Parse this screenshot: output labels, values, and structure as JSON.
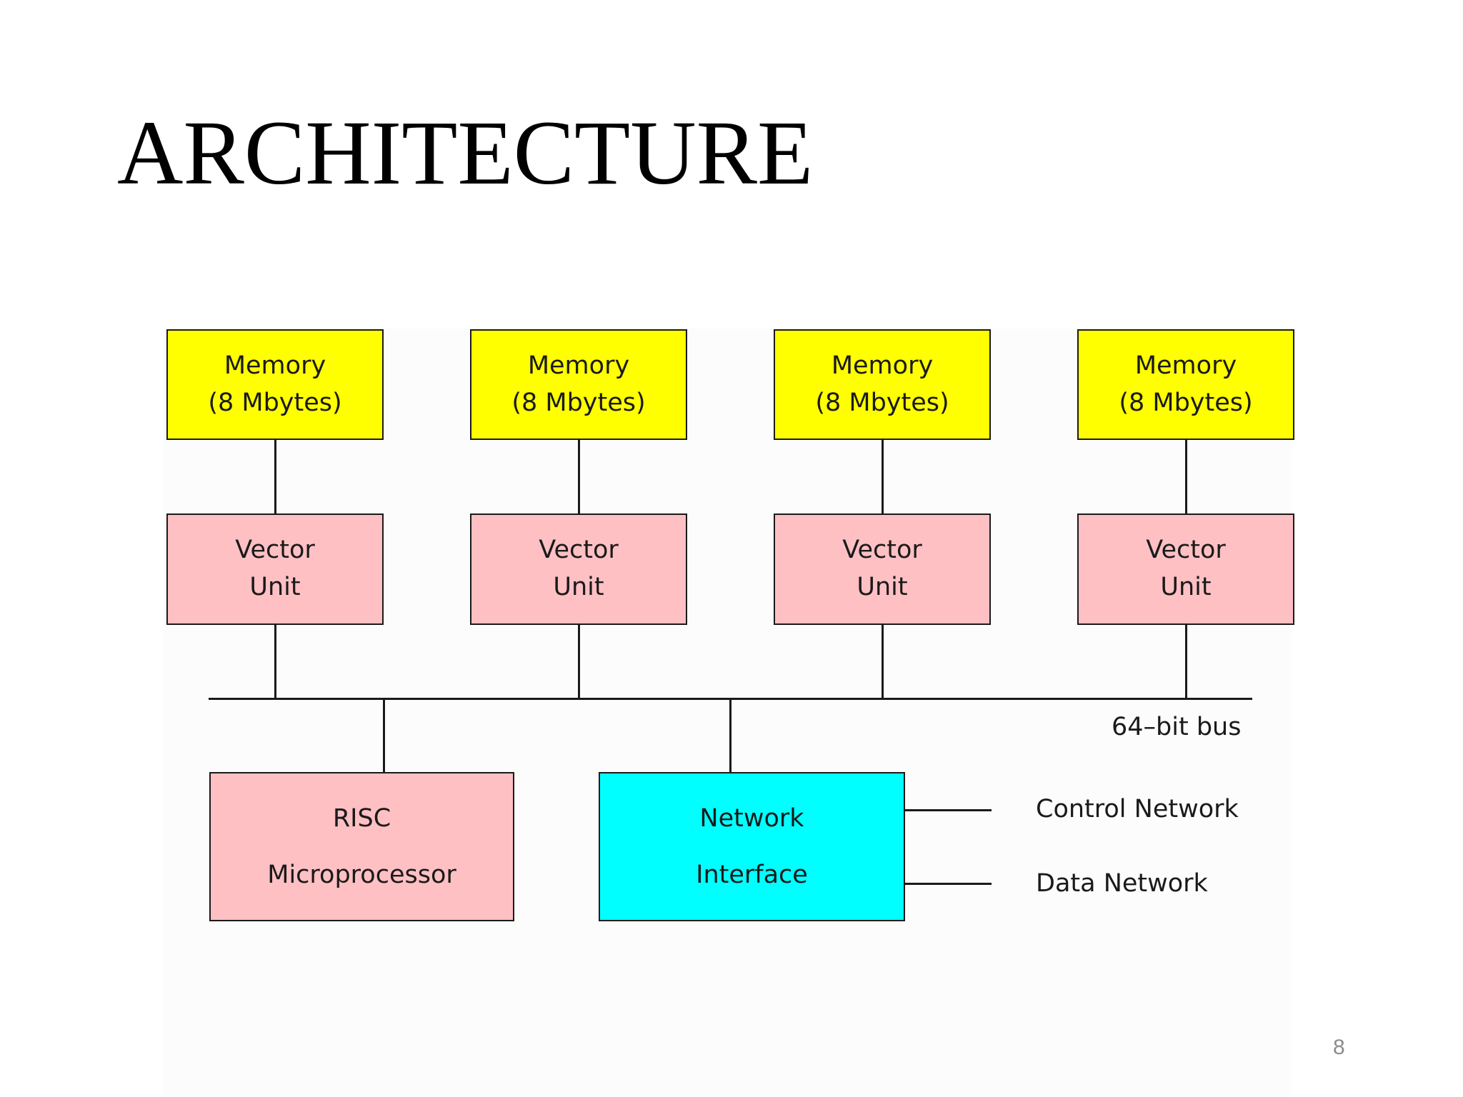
{
  "slide": {
    "title": "ARCHITECTURE",
    "page_number": "8"
  },
  "diagram": {
    "memory_units": [
      {
        "line1": "Memory",
        "line2": "(8 Mbytes)"
      },
      {
        "line1": "Memory",
        "line2": "(8 Mbytes)"
      },
      {
        "line1": "Memory",
        "line2": "(8 Mbytes)"
      },
      {
        "line1": "Memory",
        "line2": "(8 Mbytes)"
      }
    ],
    "vector_units": [
      {
        "line1": "Vector",
        "line2": "Unit"
      },
      {
        "line1": "Vector",
        "line2": "Unit"
      },
      {
        "line1": "Vector",
        "line2": "Unit"
      },
      {
        "line1": "Vector",
        "line2": "Unit"
      }
    ],
    "bus_label": "64–bit bus",
    "risc": {
      "line1": "RISC",
      "line2": "Microprocessor"
    },
    "network_interface": {
      "line1": "Network",
      "line2": "Interface"
    },
    "control_network_label": "Control Network",
    "data_network_label": "Data Network",
    "colors": {
      "memory": "#ffff00",
      "vector_unit": "#ffc0c4",
      "risc": "#ffc0c4",
      "network_interface": "#00ffff"
    }
  }
}
